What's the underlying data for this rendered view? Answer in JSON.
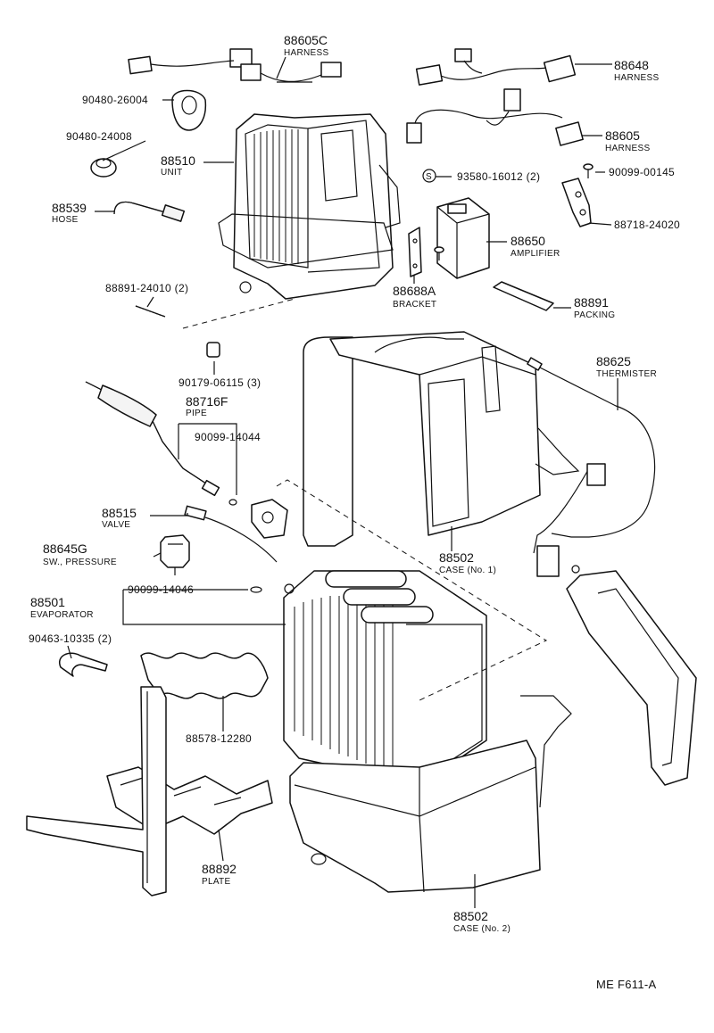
{
  "callouts": {
    "harness_88605c": {
      "number": "88605C",
      "name": "HARNESS"
    },
    "grommet_90480_26004": {
      "number": "90480-26004"
    },
    "grommet_90480_24008": {
      "number": "90480-24008"
    },
    "unit_88510": {
      "number": "88510",
      "name": "UNIT"
    },
    "hose_88539": {
      "number": "88539",
      "name": "HOSE"
    },
    "bolt_88891_24010": {
      "number": "88891-24010 (2)"
    },
    "nut_90179_06115": {
      "number": "90179-06115 (3)"
    },
    "pipe_88716f": {
      "number": "88716F",
      "name": "PIPE"
    },
    "oring_90099_14044": {
      "number": "90099-14044"
    },
    "valve_88515": {
      "number": "88515",
      "name": "VALVE"
    },
    "switch_88645g": {
      "number": "88645G",
      "name": "SW., PRESSURE"
    },
    "evaporator_88501": {
      "number": "88501",
      "name": "EVAPORATOR"
    },
    "oring_90099_14046": {
      "number": "90099-14046"
    },
    "clamp_90463_10335": {
      "number": "90463-10335 (2)"
    },
    "part_88578_12280": {
      "number": "88578-12280"
    },
    "plate_88892": {
      "number": "88892",
      "name": "PLATE"
    },
    "case_no2": {
      "number": "88502",
      "name": "CASE (No. 2)"
    },
    "case_no1": {
      "number": "88502",
      "name": "CASE (No. 1)"
    },
    "thermister_88625": {
      "number": "88625",
      "name": "THERMISTER"
    },
    "packing_88891": {
      "number": "88891",
      "name": "PACKING"
    },
    "bracket_88688a": {
      "number": "88688A",
      "name": "BRACKET"
    },
    "amplifier_88650": {
      "number": "88650",
      "name": "AMPLIFIER"
    },
    "screw_93580_16012": {
      "number": "93580-16012 (2)",
      "symbol": "S"
    },
    "screw_90099_00145": {
      "number": "90099-00145"
    },
    "clip_88718_24020": {
      "number": "88718-24020"
    },
    "harness_88605": {
      "number": "88605",
      "name": "HARNESS"
    },
    "harness_88648": {
      "number": "88648",
      "name": "HARNESS"
    }
  },
  "footer": {
    "code": "ME  F611-A"
  }
}
